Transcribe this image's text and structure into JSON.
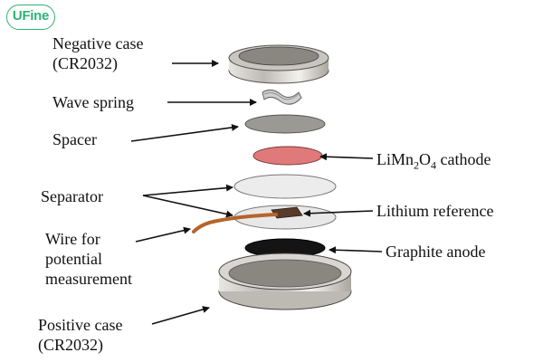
{
  "logo": {
    "text": "UFine"
  },
  "labels": {
    "negative_case": [
      "Negative case",
      "(CR2032)"
    ],
    "wave_spring": "Wave spring",
    "spacer": "Spacer",
    "separator": "Separator",
    "wire": [
      "Wire for",
      "potential",
      "measurement"
    ],
    "positive_case": [
      "Positive case",
      "(CR2032)"
    ],
    "cathode": {
      "prefix": "LiMn",
      "sub1": "2",
      "mid": "O",
      "sub2": "4",
      "suffix": " cathode"
    },
    "lithium_reference": "Lithium reference",
    "graphite_anode": "Graphite anode"
  },
  "colors": {
    "case_metal": "#8a8680",
    "spacer": "#9a9994",
    "cathode": "#e07a7a",
    "separator": "#ececec",
    "lithium_ref": "#5a3a2a",
    "wire": "#b5642a",
    "anode": "#141414",
    "logo": "#2bb573"
  }
}
